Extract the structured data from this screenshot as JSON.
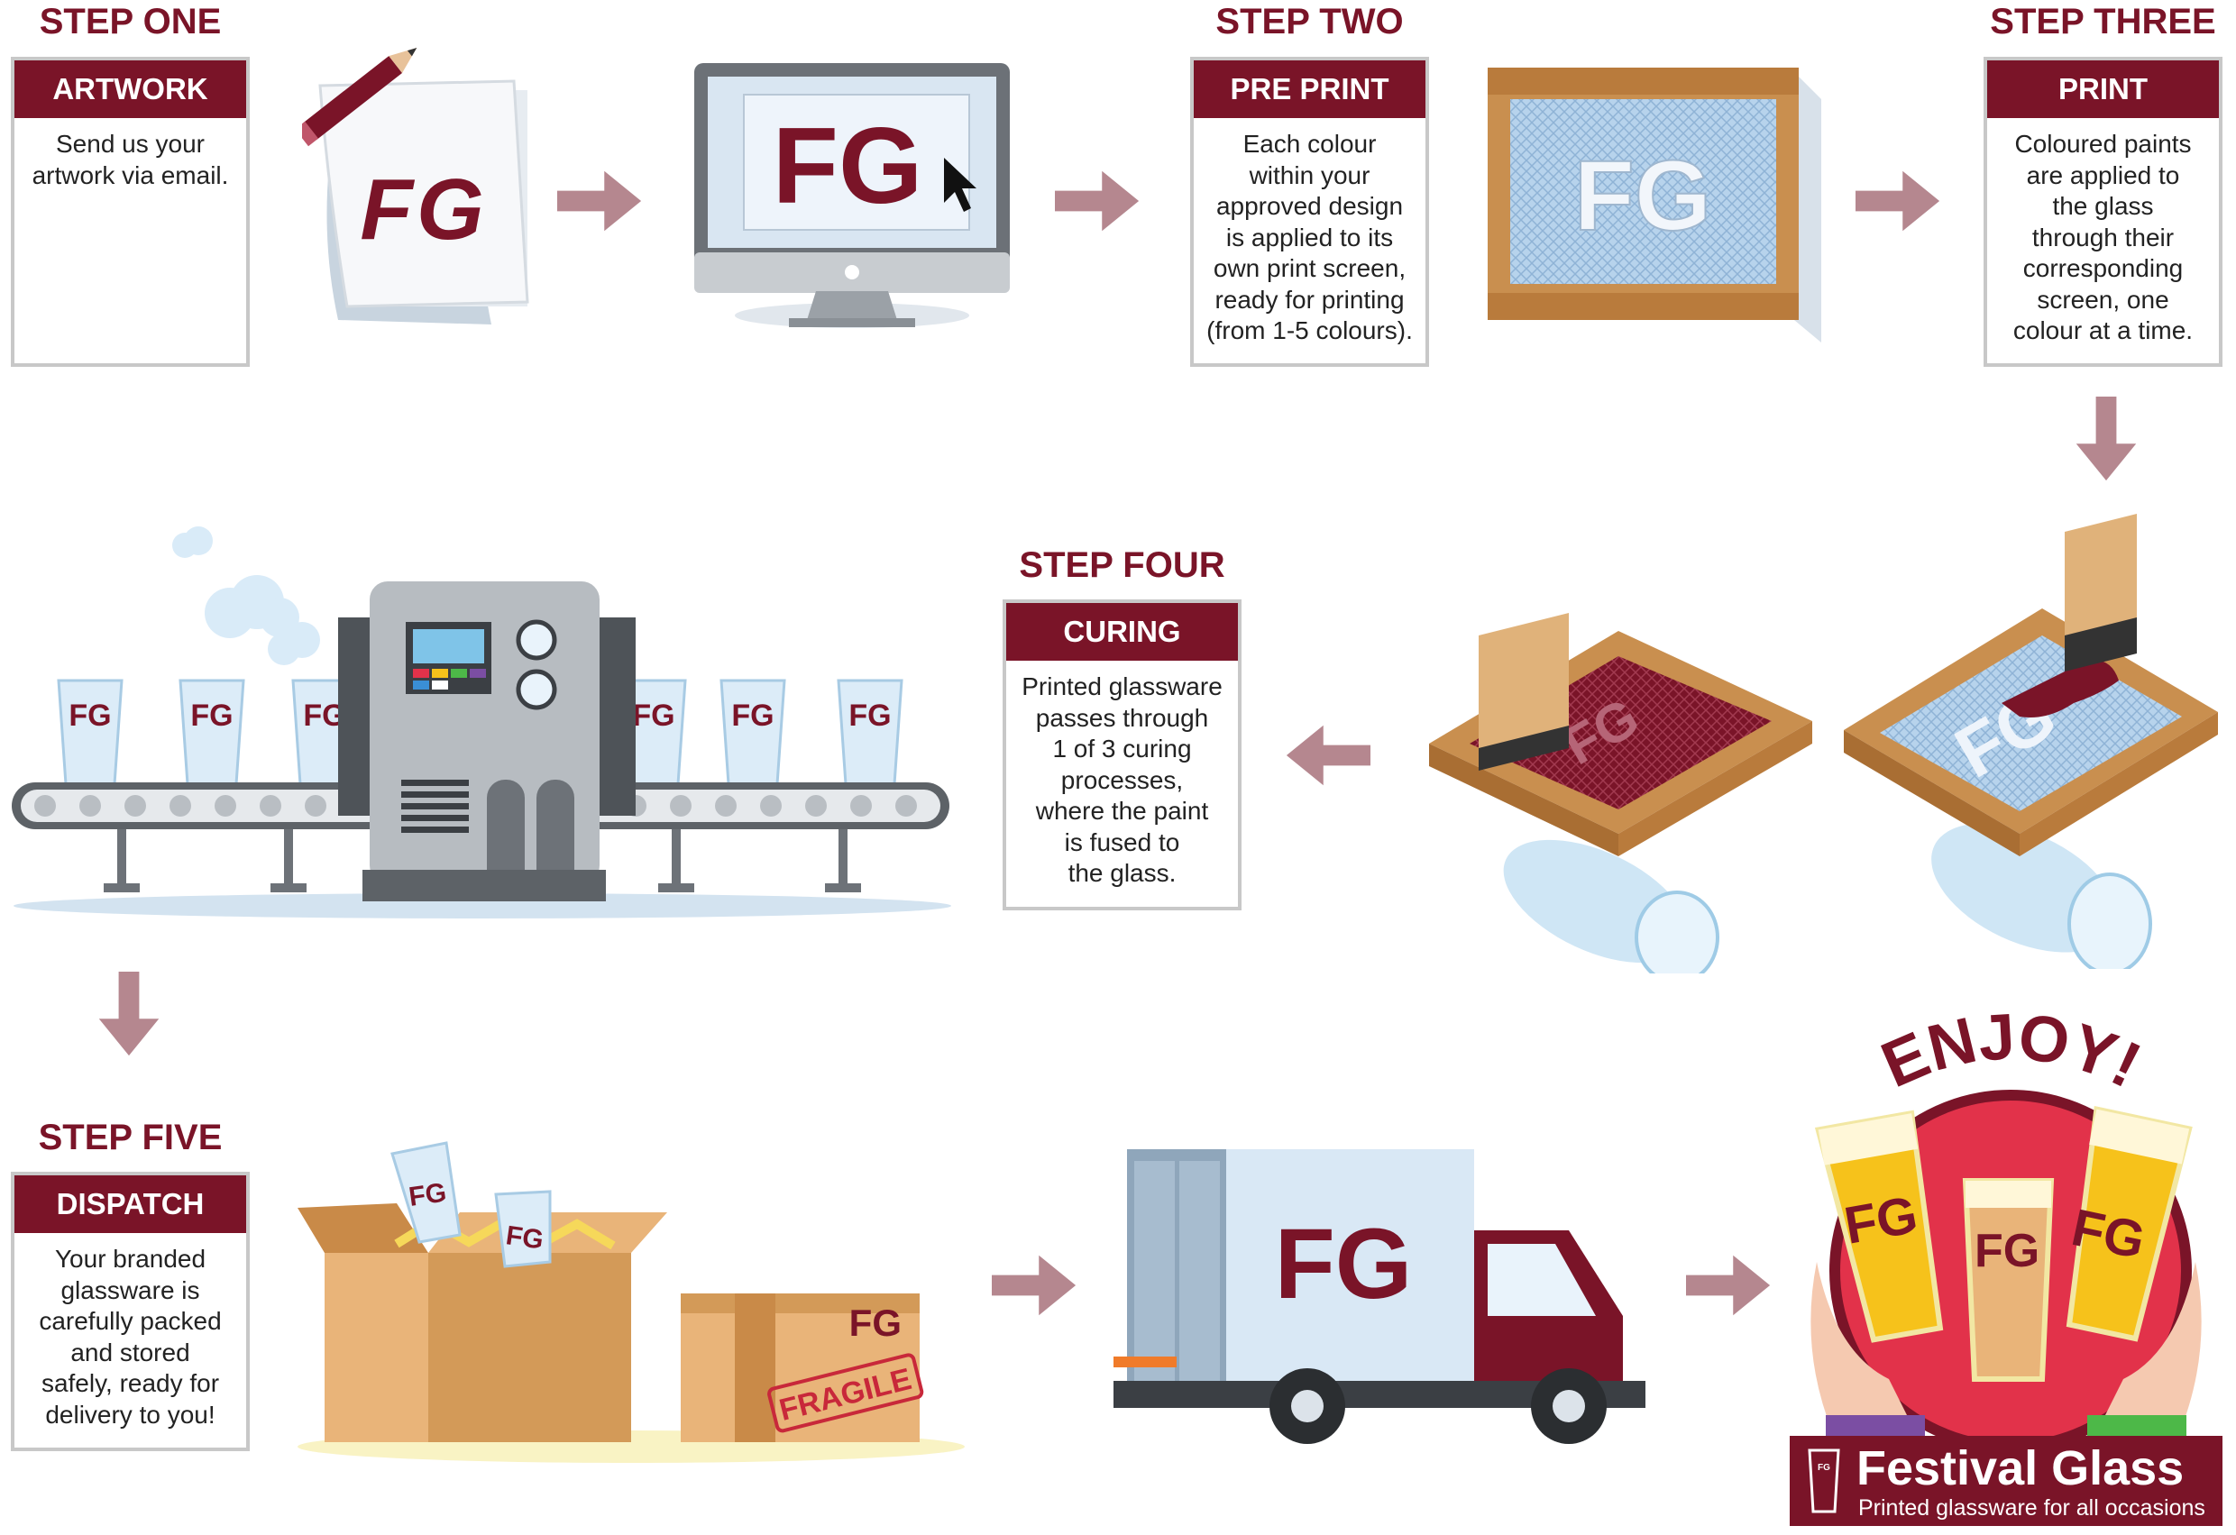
{
  "steps": [
    {
      "title": "STEP ONE",
      "header": "ARTWORK",
      "body": "Send us your\nartwork via email."
    },
    {
      "title": "STEP TWO",
      "header": "PRE PRINT",
      "body": "Each colour\nwithin your\napproved design\nis applied to its\nown print screen,\nready for printing\n(from 1-5 colours)."
    },
    {
      "title": "STEP THREE",
      "header": "PRINT",
      "body": "Coloured paints\nare applied to\nthe glass\nthrough their\ncorresponding\nscreen, one\ncolour at a time."
    },
    {
      "title": "STEP FOUR",
      "header": "CURING",
      "body": "Printed glassware\npasses through\n1 of 3 curing\nprocesses,\nwhere the paint\nis fused to\nthe glass."
    },
    {
      "title": "STEP FIVE",
      "header": "DISPATCH",
      "body": "Your branded\nglassware is\ncarefully packed\nand stored\nsafely, ready for\ndelivery to you!"
    }
  ],
  "logo_text": "FG",
  "fragile_label": "FRAGILE",
  "enjoy_label": "ENJOY!",
  "brand": {
    "name": "Festival Glass",
    "tagline": "Printed glassware for all occasions",
    "mark": "FG"
  },
  "colors": {
    "brand": "#7a1428",
    "arrow": "#b5878f",
    "border": "#c8c8c8"
  }
}
